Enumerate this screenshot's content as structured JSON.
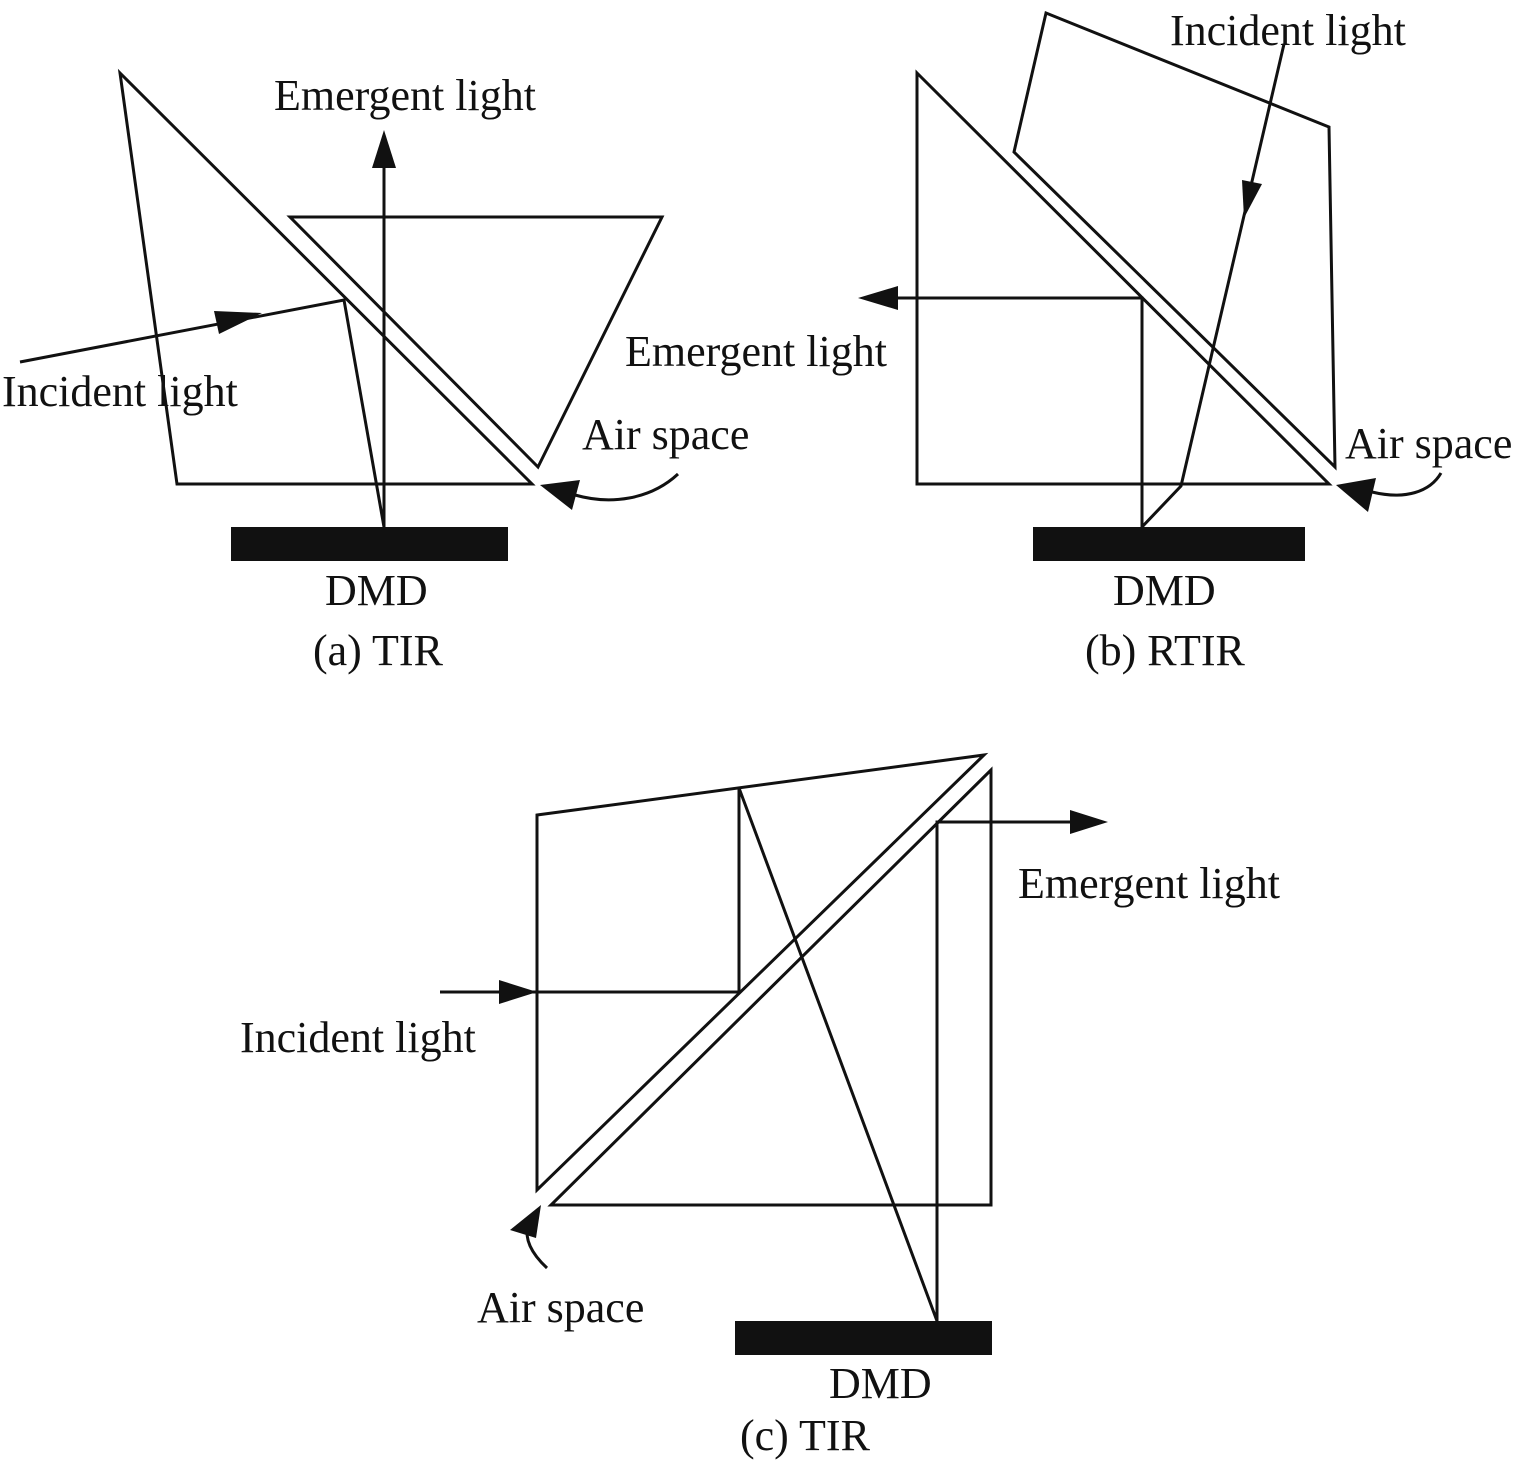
{
  "colors": {
    "line": "#111111",
    "background": "#ffffff"
  },
  "panels": {
    "a": {
      "caption": "(a) TIR",
      "emergent_label": "Emergent light",
      "incident_label": "Incident light",
      "air_space_label": "Air space",
      "dmd_label": "DMD"
    },
    "b": {
      "caption": "(b) RTIR",
      "emergent_label": "Emergent light",
      "incident_label": "Incident light",
      "air_space_label": "Air space",
      "dmd_label": "DMD"
    },
    "c": {
      "caption": "(c) TIR",
      "emergent_label": "Emergent light",
      "incident_label": "Incident light",
      "air_space_label": "Air space",
      "dmd_label": "DMD"
    }
  }
}
